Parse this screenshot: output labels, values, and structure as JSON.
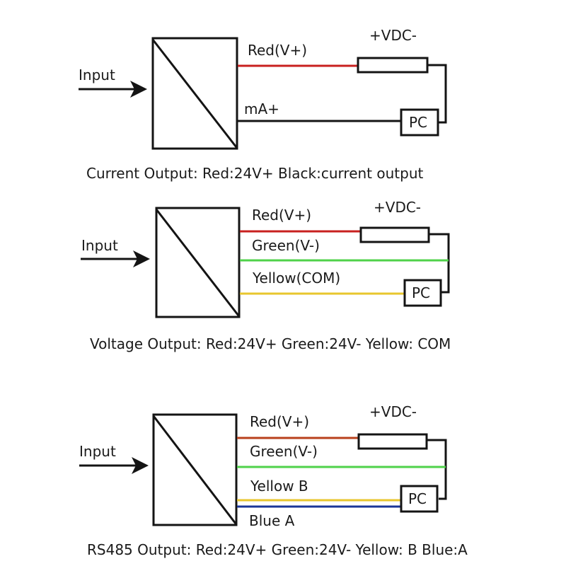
{
  "colors": {
    "red": "#c8201f",
    "red_rs485": "#b8401c",
    "green": "#4fd24a",
    "yellow": "#e8c62e",
    "blue": "#1a3597",
    "black": "#141414"
  },
  "diagrams": [
    {
      "id": "current",
      "input_label": "Input",
      "vdc_label": "+VDC-",
      "pc_label": "PC",
      "wires": [
        {
          "label": "Red(V+)",
          "color": "red"
        },
        {
          "label": "mA+",
          "color": "black"
        }
      ],
      "caption": "Current Output: Red:24V+ Black:current output"
    },
    {
      "id": "voltage",
      "input_label": "Input",
      "vdc_label": "+VDC-",
      "pc_label": "PC",
      "wires": [
        {
          "label": "Red(V+)",
          "color": "red"
        },
        {
          "label": "Green(V-)",
          "color": "green"
        },
        {
          "label": "Yellow(COM)",
          "color": "yellow"
        }
      ],
      "caption": "Voltage Output: Red:24V+ Green:24V- Yellow: COM"
    },
    {
      "id": "rs485",
      "input_label": "Input",
      "vdc_label": "+VDC-",
      "pc_label": "PC",
      "wires": [
        {
          "label": "Red(V+)",
          "color": "red_rs485"
        },
        {
          "label": "Green(V-)",
          "color": "green"
        },
        {
          "label": "Yellow B",
          "color": "yellow"
        },
        {
          "label": "Blue A",
          "color": "blue"
        }
      ],
      "caption": "RS485 Output: Red:24V+ Green:24V- Yellow: B Blue:A"
    }
  ]
}
